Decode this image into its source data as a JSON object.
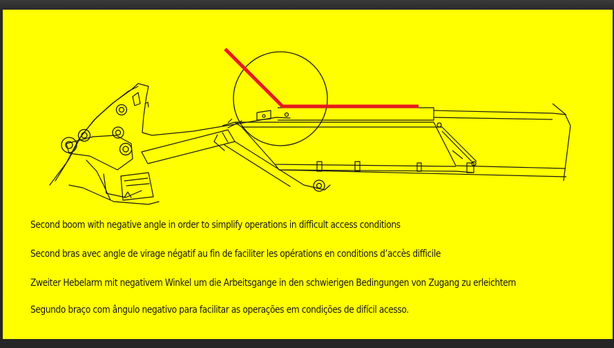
{
  "captions": {
    "en": "Second boom with negative angle in order to simplify operations in difficult access conditions",
    "fr": "Second bras avec angle de virage négatif au fin de faciliter les opérations en conditions d’accès difficile",
    "de": "Zweiter Hebelarm mit negativem Winkel um die Arbeitsgange in den schwierigen Bedingungen von Zugang zu erleichtern",
    "pt": "Segundo braço com ângulo negativo para facilitar as operações em condições de difícil acesso."
  },
  "colors": {
    "background": "#ffff00",
    "highlight": "#e8191f",
    "line": "#1a1a1a",
    "frame": "#2a2a2a"
  }
}
